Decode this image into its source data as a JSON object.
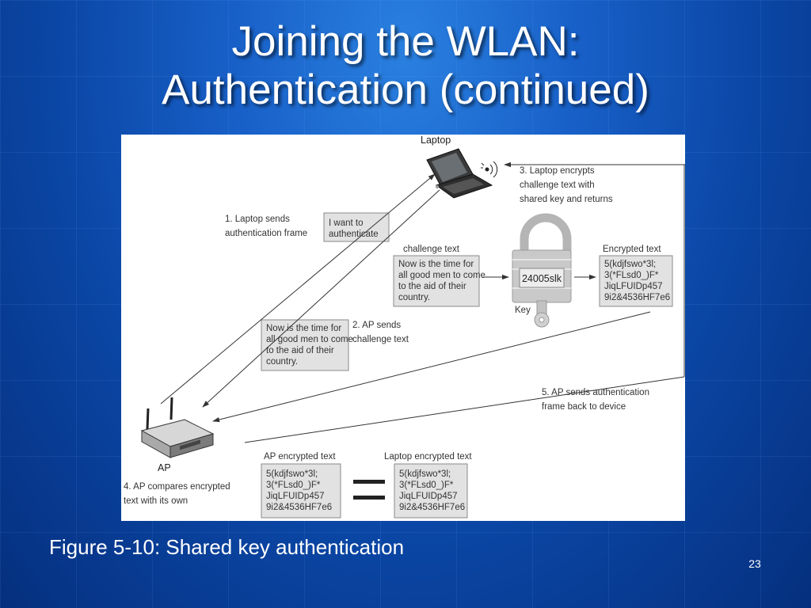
{
  "slide": {
    "title_line1": "Joining the WLAN:",
    "title_line2": "Authentication (continued)",
    "caption": "Figure 5-10: Shared key authentication",
    "page_number": "23"
  },
  "diagram": {
    "laptop_label": "Laptop",
    "ap_label": "AP",
    "key_label": "Key",
    "lock_code": "24005slk",
    "step1": [
      "1. Laptop sends",
      "authentication frame"
    ],
    "request_box": [
      "I want to",
      "authenticate"
    ],
    "step2": [
      "2. AP sends",
      "challenge text"
    ],
    "step3": [
      "3. Laptop encrypts",
      "challenge text with",
      "shared key and returns"
    ],
    "step4": [
      "4. AP compares encrypted",
      "text with its own"
    ],
    "step5": [
      "5. AP sends authentication",
      "frame back to device"
    ],
    "challenge_heading": "challenge text",
    "challenge_text": [
      "Now is the time for",
      "all good men to come",
      "to the aid of their",
      "country."
    ],
    "encrypted_heading": "Encrypted text",
    "encrypted_text": [
      "5(kdjfswo*3l;",
      "3(*FLsd0_)F*",
      "JiqLFUIDp457",
      "9i2&4536HF7e6"
    ],
    "ap_encrypted_heading": "AP encrypted text",
    "laptop_encrypted_heading": "Laptop encrypted text"
  },
  "colors": {
    "background": "#0b47a6",
    "text": "#ffffff"
  }
}
